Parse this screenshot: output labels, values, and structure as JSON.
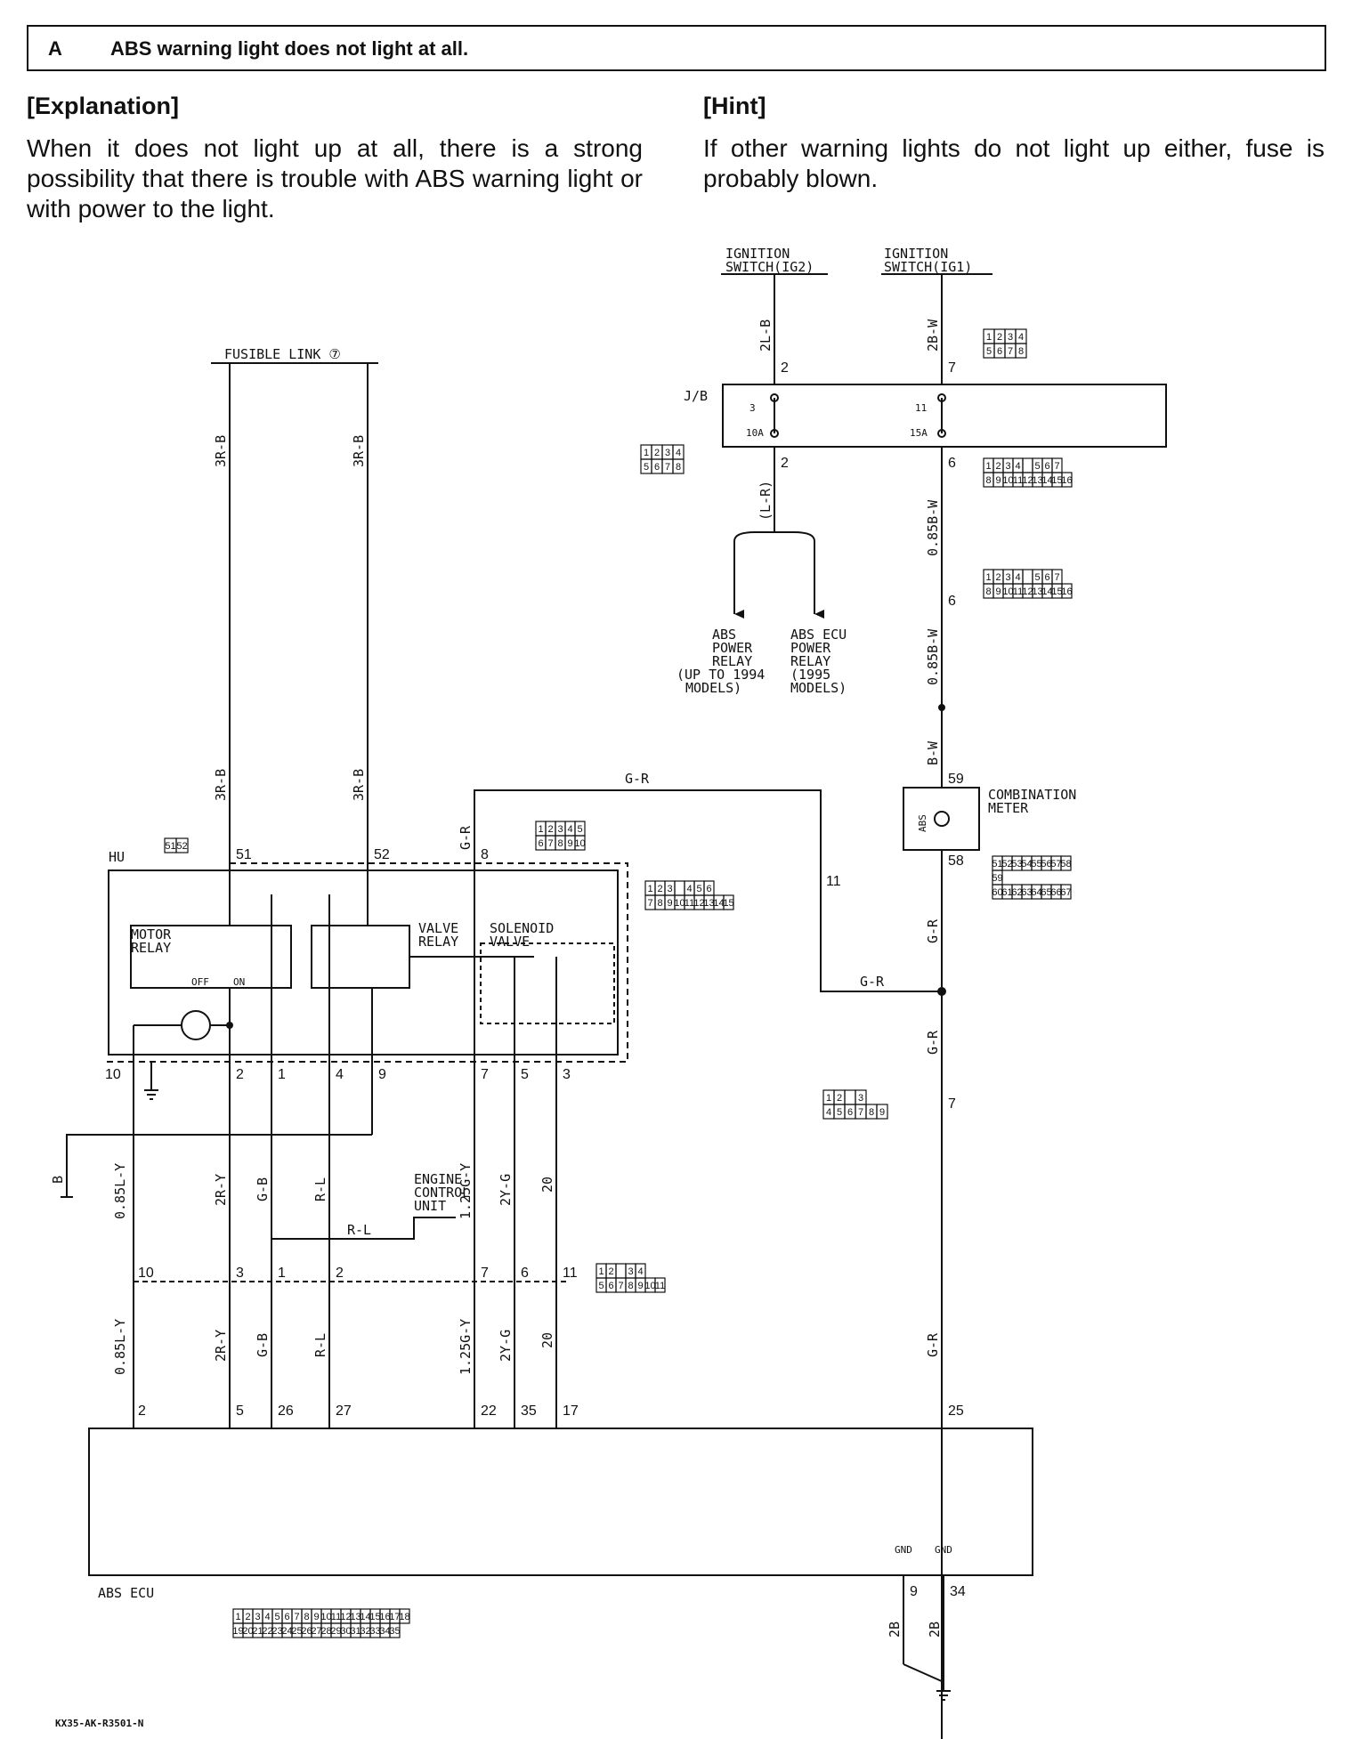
{
  "banner": {
    "letter": "A",
    "title": "ABS warning light does not light at all."
  },
  "explanation": {
    "heading": "[Explanation]",
    "text": "When it does not light up at all, there is a strong possibility that there is trouble with ABS warning light or with power to the light."
  },
  "hint": {
    "heading": "[Hint]",
    "text": "If other warning lights do not light up either, fuse is probably blown."
  },
  "diagram": {
    "ignition_ig2": [
      "IGNITION",
      "SWITCH(IG2)"
    ],
    "ignition_ig1": [
      "IGNITION",
      "SWITCH(IG1)"
    ],
    "fusible_link": "FUSIBLE LINK ⑦",
    "jb": "J/B",
    "fuse3": {
      "num": "3",
      "rating": "10A"
    },
    "fuse11": {
      "num": "11",
      "rating": "15A"
    },
    "abs_power_relay": [
      "ABS",
      "POWER",
      "RELAY",
      "(UP TO 1994",
      "MODELS)"
    ],
    "abs_ecu_power_relay": [
      "ABS ECU",
      "POWER",
      "RELAY",
      "(1995",
      "MODELS)"
    ],
    "hu": "HU",
    "motor_relay": [
      "MOTOR",
      "RELAY"
    ],
    "off": "OFF",
    "on": "ON",
    "valve_relay": [
      "VALVE",
      "RELAY"
    ],
    "solenoid_valve": [
      "SOLENOID",
      "VALVE"
    ],
    "combination_meter": [
      "COMBINATION",
      "METER"
    ],
    "abs_lamp": "ABS",
    "ecu_unit": [
      "ENGINE",
      "CONTROL",
      "UNIT"
    ],
    "abs_ecu": "ABS ECU",
    "gnd": "GND",
    "wires": {
      "w2lb": "2L-B",
      "w2bw": "2B-W",
      "wlr": "(L-R)",
      "w085bw": "0.85B-W",
      "wbw": "B-W",
      "w3rb": "3R-B",
      "wgr": "G-R",
      "wb": "B",
      "w085ly": "0.85L-Y",
      "w2ry": "2R-Y",
      "wgb": "G-B",
      "wrl": "R-L",
      "w125gy": "1.25G-Y",
      "w2yg": "2Y-G",
      "w20": "20",
      "w2b": "2B"
    },
    "pins": {
      "p2a": "2",
      "p7a": "7",
      "p2b": "2",
      "p6a": "6",
      "p6b": "6",
      "p59": "59",
      "p58": "58",
      "p51": "51",
      "p52": "52",
      "p8": "8",
      "p11": "11",
      "p7c": "7",
      "p10": "10",
      "p2c": "2",
      "p1": "1",
      "p4": "4",
      "p9": "9",
      "p7d": "7",
      "p5": "5",
      "p3": "3",
      "c10": "10",
      "c3": "3",
      "c1": "1",
      "c2": "2",
      "c7": "7",
      "c6": "6",
      "c11": "11",
      "e2": "2",
      "e5": "5",
      "e26": "26",
      "e27": "27",
      "e22": "22",
      "e35": "35",
      "e17": "17",
      "e25": "25",
      "e9": "9",
      "e34": "34"
    },
    "connectors": {
      "c_ig1": [
        [
          "1",
          "2",
          "3",
          "4"
        ],
        [
          "5",
          "6",
          "7",
          "8"
        ]
      ],
      "c_jb": [
        [
          "1",
          "2",
          "3",
          "4"
        ],
        [
          "5",
          "6",
          "7",
          "8"
        ]
      ],
      "c_16a": [
        [
          "1",
          "2",
          "3",
          "4",
          "",
          "5",
          "6",
          "7"
        ],
        [
          "8",
          "9",
          "10",
          "11",
          "12",
          "13",
          "14",
          "15",
          "16"
        ]
      ],
      "c_16b": [
        [
          "1",
          "2",
          "3",
          "4",
          "",
          "5",
          "6",
          "7"
        ],
        [
          "8",
          "9",
          "10",
          "11",
          "12",
          "13",
          "14",
          "15",
          "16"
        ]
      ],
      "c_5152": [
        "51",
        "52"
      ],
      "c_hu10": [
        [
          "1",
          "2",
          "3",
          "4",
          "5"
        ],
        [
          "6",
          "7",
          "8",
          "9",
          "10"
        ]
      ],
      "c_15": [
        [
          "1",
          "2",
          "3",
          "",
          "4",
          "5",
          "6"
        ],
        [
          "7",
          "8",
          "9",
          "10",
          "11",
          "12",
          "13",
          "14",
          "15"
        ]
      ],
      "c_meter": [
        [
          "51",
          "52",
          "53",
          "54",
          "55",
          "56",
          "57",
          "58"
        ],
        [
          "59"
        ],
        [
          "60",
          "61",
          "62",
          "63",
          "64",
          "65",
          "66",
          "67"
        ]
      ],
      "c_9": [
        [
          "1",
          "2",
          "",
          "3"
        ],
        [
          "4",
          "5",
          "6",
          "7",
          "8",
          "9"
        ]
      ],
      "c_11": [
        [
          "1",
          "2",
          "",
          "3",
          "4"
        ],
        [
          "5",
          "6",
          "7",
          "8",
          "9",
          "10",
          "11"
        ]
      ],
      "c_35": [
        [
          "1",
          "2",
          "3",
          "4",
          "5",
          "6",
          "7",
          "8",
          "9",
          "10",
          "11",
          "12",
          "13",
          "14",
          "15",
          "16",
          "17",
          "18"
        ],
        [
          "19",
          "20",
          "21",
          "22",
          "23",
          "24",
          "25",
          "26",
          "27",
          "28",
          "29",
          "30",
          "31",
          "32",
          "33",
          "34",
          "35"
        ]
      ]
    }
  },
  "footer": "KX35-AK-R3501-N"
}
